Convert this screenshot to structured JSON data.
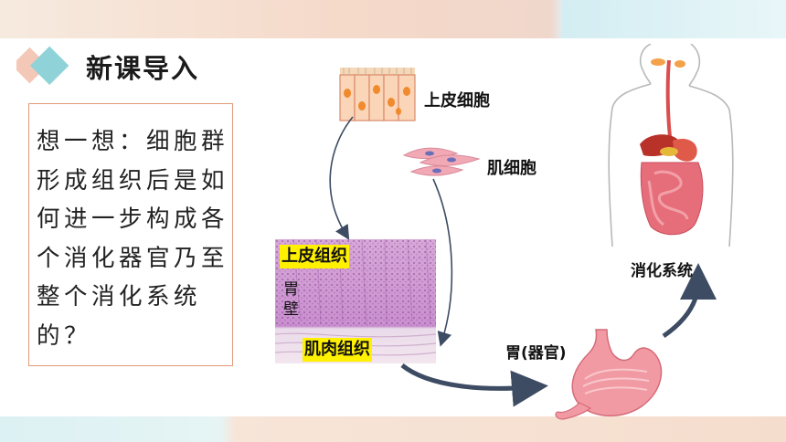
{
  "slide": {
    "title": "新课导入",
    "question": "想一想：细胞群形成组织后是如何进一步构成各个消化器官乃至整个消化系统的？"
  },
  "diagram": {
    "epithelial_cell_label": "上皮细胞",
    "muscle_cell_label": "肌细胞",
    "epithelial_tissue_label": "上皮组织",
    "stomach_wall_label": "胃壁",
    "muscle_tissue_label": "肌肉组织",
    "organ_label": "胃(器官)",
    "system_label": "消化系统"
  },
  "colors": {
    "accent_orange": "#e29a78",
    "accent_teal": "#7fd0d6",
    "highlight_yellow": "#fff100",
    "arrow_navy": "#3d4b63"
  }
}
